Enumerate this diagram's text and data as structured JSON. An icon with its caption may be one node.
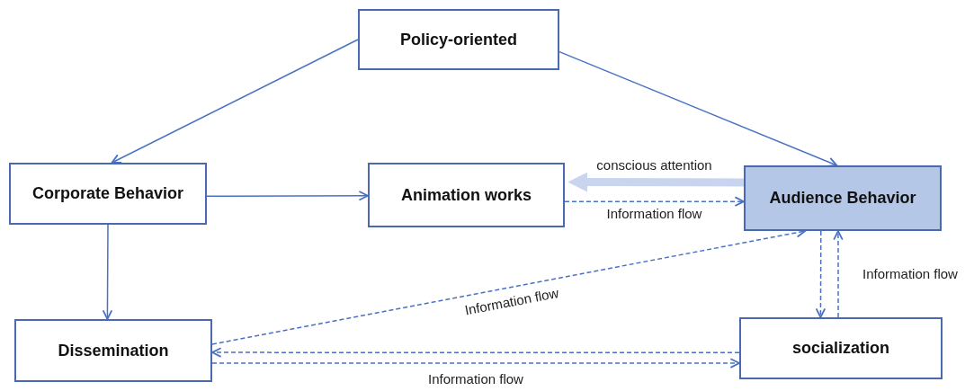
{
  "diagram": {
    "nodes": [
      {
        "text": [
          "Policy-oriented"
        ]
      },
      {
        "text": [
          "Corporate Behavior"
        ]
      },
      {
        "text": [
          "Animation works"
        ]
      },
      {
        "text": [
          "Audience Behavior"
        ]
      },
      {
        "text": [
          "Dissemination"
        ]
      },
      {
        "text": [
          "socialization"
        ]
      }
    ],
    "edges": [
      {
        "from": 0,
        "to": 1,
        "arrow": "to"
      },
      {
        "from": 0,
        "to": 3,
        "arrow": "to"
      },
      {
        "from": 1,
        "to": 2,
        "arrow": "to"
      },
      {
        "from": 1,
        "to": 4,
        "arrow": "to"
      },
      {
        "from": 3,
        "to": 2,
        "arrow": "to",
        "label": "conscious attention",
        "style": "thick",
        "color": "#c9d5ee"
      },
      {
        "from": 2,
        "to": 3,
        "arrow": "to",
        "label": "Information flow",
        "style": "dashed"
      },
      {
        "from": 4,
        "to": 3,
        "arrow": "to",
        "label": "Information flow",
        "style": "dashed"
      },
      {
        "from": 5,
        "to": 4,
        "arrow": "to",
        "style": "dashed"
      },
      {
        "from": 4,
        "to": 5,
        "arrow": "to",
        "label": "Information flow",
        "style": "dashed"
      },
      {
        "from": 3,
        "to": 5,
        "arrow": "to",
        "style": "dashed"
      },
      {
        "from": 5,
        "to": 3,
        "arrow": "to",
        "label": "Information flow",
        "style": "dashed"
      }
    ]
  }
}
